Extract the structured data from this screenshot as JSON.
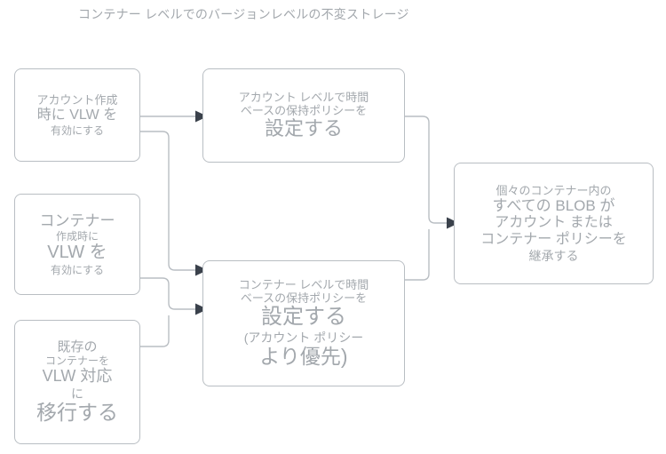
{
  "title": "コンテナー レベルでのバージョンレベルの不変ストレージ",
  "colors": {
    "text": "#a3a8ad",
    "border": "#b9bec3",
    "arrowhead": "#3a414b",
    "background": "#ffffff"
  },
  "nodes": [
    {
      "id": "enable-vlw-account",
      "lines": [
        {
          "text": "アカウント作成",
          "size": 13
        },
        {
          "text": "時に VLW を",
          "size": 16
        },
        {
          "text": "有効にする",
          "size": 12
        }
      ]
    },
    {
      "id": "account-policy",
      "lines": [
        {
          "text": "アカウント レベルで時間",
          "size": 13
        },
        {
          "text": "ベースの保持ポリシーを",
          "size": 13
        },
        {
          "text": "設定する",
          "size": 22
        }
      ]
    },
    {
      "id": "enable-vlw-container",
      "lines": [
        {
          "text": "コンテナー",
          "size": 17
        },
        {
          "text": "作成時に",
          "size": 12
        },
        {
          "text": "VLW を",
          "size": 20
        },
        {
          "text": "有効にする",
          "size": 12
        }
      ]
    },
    {
      "id": "migrate-container",
      "lines": [
        {
          "text": "既存の",
          "size": 15
        },
        {
          "text": "コンテナーを",
          "size": 12
        },
        {
          "text": "VLW 対応",
          "size": 18
        },
        {
          "text": "に",
          "size": 14
        },
        {
          "text": "移行する",
          "size": 23
        }
      ]
    },
    {
      "id": "container-policy",
      "lines": [
        {
          "text": "コンテナー レベルで時間",
          "size": 13
        },
        {
          "text": "ベースの保持ポリシーを",
          "size": 13
        },
        {
          "text": "設定する",
          "size": 24
        },
        {
          "text": "(アカウント ポリシー",
          "size": 14
        },
        {
          "text": "より優先)",
          "size": 23
        }
      ]
    },
    {
      "id": "blob-inherits",
      "lines": [
        {
          "text": "個々のコンテナー内の",
          "size": 13
        },
        {
          "text": "すべての BLOB が",
          "size": 17
        },
        {
          "text": "アカウント または",
          "size": 16
        },
        {
          "text": "コンテナー ポリシーを",
          "size": 16
        },
        {
          "text": "継承する",
          "size": 14
        }
      ]
    }
  ],
  "edges": [
    {
      "id": "edge-account-to-account-policy",
      "from": "enable-vlw-account",
      "to": "account-policy"
    },
    {
      "id": "edge-account-to-container-policy",
      "from": "enable-vlw-account",
      "to": "container-policy"
    },
    {
      "id": "edge-container-to-container-policy",
      "from": "enable-vlw-container",
      "to": "container-policy"
    },
    {
      "id": "edge-migrate-to-container-policy",
      "from": "migrate-container",
      "to": "container-policy"
    },
    {
      "id": "edge-account-policy-to-blob",
      "from": "account-policy",
      "to": "blob-inherits"
    },
    {
      "id": "edge-container-policy-to-blob",
      "from": "container-policy",
      "to": "blob-inherits"
    }
  ]
}
